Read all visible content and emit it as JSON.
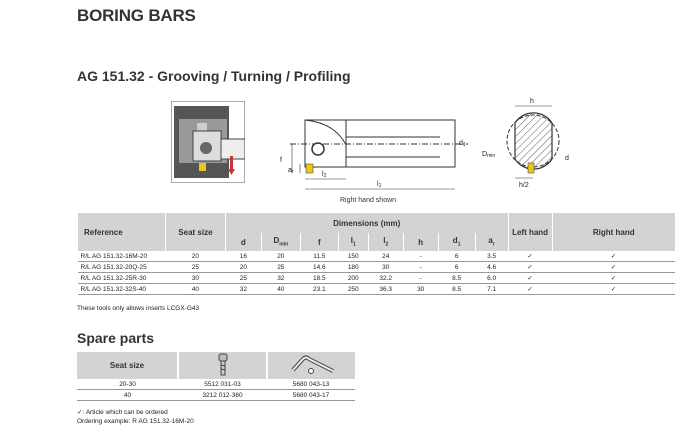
{
  "title": "BORING BARS",
  "subtitle": "AG 151.32 - Grooving / Turning / Profiling",
  "diagram": {
    "caption": "Right hand shown",
    "labels": {
      "f": "f",
      "ar": "a",
      "ar_sub": "r",
      "l1": "l",
      "l1_sub": "1",
      "l2": "l",
      "l2_sub": "2",
      "d1": "d",
      "d1_sub": "1",
      "h": "h",
      "dmin": "D",
      "dmin_sub": "min",
      "d": "d",
      "h2": "h/2"
    }
  },
  "table": {
    "headers": {
      "reference": "Reference",
      "seat_size": "Seat size",
      "dimensions": "Dimensions (mm)",
      "left_hand": "Left hand",
      "right_hand": "Right hand"
    },
    "dim_headers": [
      {
        "t": "d",
        "s": ""
      },
      {
        "t": "D",
        "s": "min"
      },
      {
        "t": "f",
        "s": ""
      },
      {
        "t": "l",
        "s": "1"
      },
      {
        "t": "l",
        "s": "2"
      },
      {
        "t": "h",
        "s": ""
      },
      {
        "t": "d",
        "s": "1"
      },
      {
        "t": "a",
        "s": "r"
      }
    ],
    "rows": [
      [
        "R/L AG 151.32-16M-20",
        "20",
        "16",
        "20",
        "11.5",
        "150",
        "24",
        "-",
        "6",
        "3.5",
        "✓",
        "✓"
      ],
      [
        "R/L AG 151.32-20Q-25",
        "25",
        "20",
        "25",
        "14.6",
        "180",
        "30",
        "-",
        "6",
        "4.6",
        "✓",
        "✓"
      ],
      [
        "R/L AG 151.32-25R-30",
        "30",
        "25",
        "32",
        "18.5",
        "200",
        "32.2",
        "-",
        "8.5",
        "6.0",
        "✓",
        "✓"
      ],
      [
        "R/L AG 151.32-32S-40",
        "40",
        "32",
        "40",
        "23.1",
        "250",
        "36.3",
        "30",
        "8.5",
        "7.1",
        "✓",
        "✓"
      ]
    ],
    "note": "These tools only allows inserts LCGX-G43"
  },
  "spare": {
    "title": "Spare parts",
    "header": "Seat size",
    "icons": [
      "screw-icon",
      "torx-key-icon"
    ],
    "rows": [
      [
        "20-30",
        "5512 031-03",
        "5680 043-13"
      ],
      [
        "40",
        "3212 012-360",
        "5680 043-17"
      ]
    ]
  },
  "footer": {
    "legend": "✓: Article which can be ordered",
    "example": "Ordering example: R AG 151.32-16M-20"
  }
}
